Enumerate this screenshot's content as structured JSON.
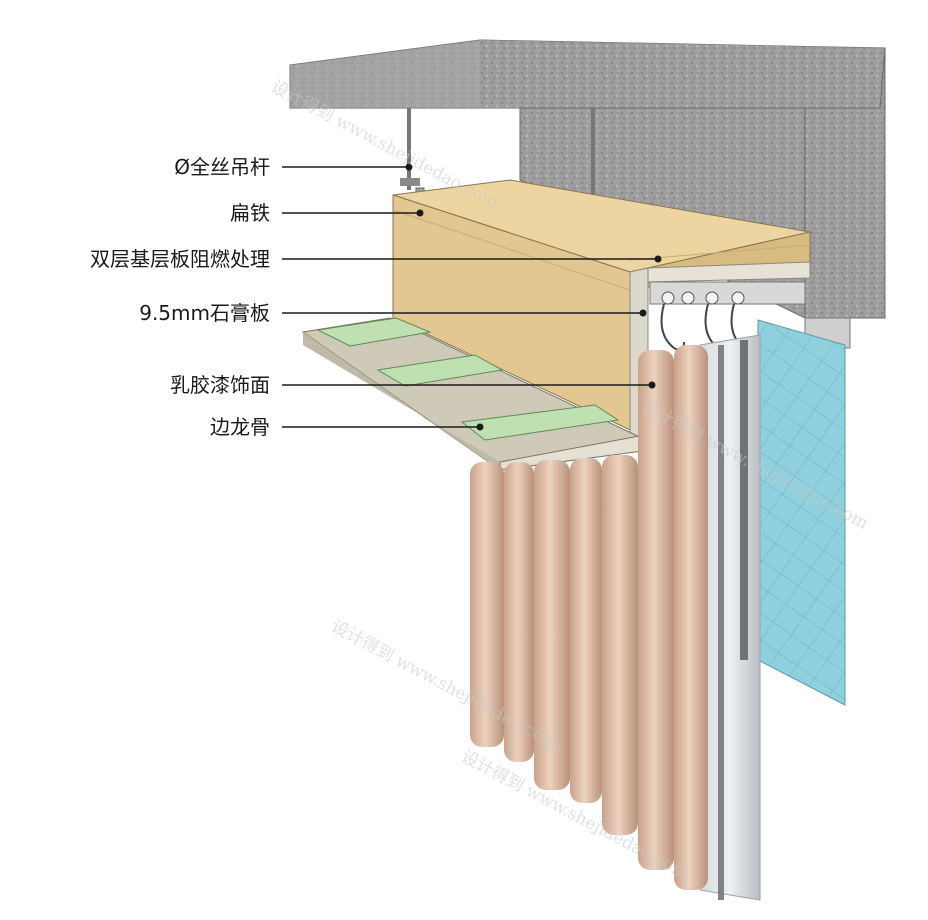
{
  "callouts": [
    {
      "label": "Ø全丝吊杆"
    },
    {
      "label": "扁铁"
    },
    {
      "label": "双层基层板阻燃处理"
    },
    {
      "label": "9.5mm石膏板"
    },
    {
      "label": "乳胶漆饰面"
    },
    {
      "label": "边龙骨"
    }
  ],
  "watermark": "设计得到 www.shejidedao.com",
  "colors": {
    "concrete": "#9a9a9a",
    "plywood": "#e2c890",
    "gypsum": "#dcd8cc",
    "keel": "#bfe0b0",
    "curtain": "#e3c1a8",
    "sheer": "#c9ced4",
    "glass": "#8fd0dc"
  }
}
